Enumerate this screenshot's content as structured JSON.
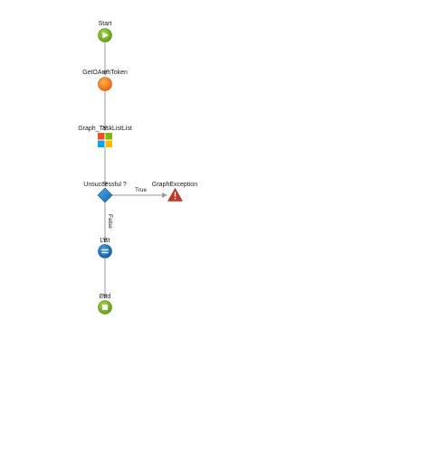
{
  "flow": {
    "nodes": [
      {
        "id": "start",
        "label": "Start",
        "icon": "start-icon",
        "color": "#7dbb1d"
      },
      {
        "id": "getoauth",
        "label": "GetOAuthToken",
        "icon": "server-action-icon",
        "color": "#f07c17"
      },
      {
        "id": "graph",
        "label": "Graph_TaskListList",
        "icon": "microsoft-logo-icon",
        "color": "#f25022"
      },
      {
        "id": "unsuccessful",
        "label": "Unsuccessful ?",
        "icon": "if-diamond-icon",
        "color": "#1f79c2"
      },
      {
        "id": "exception",
        "label": "GraphException",
        "icon": "warning-icon",
        "color": "#c0392b"
      },
      {
        "id": "list",
        "label": "List",
        "icon": "assign-icon",
        "color": "#1a6fbf"
      },
      {
        "id": "end",
        "label": "End",
        "icon": "end-icon",
        "color": "#7dbb1d"
      }
    ],
    "edges": {
      "true_label": "True",
      "false_label": "False"
    }
  }
}
